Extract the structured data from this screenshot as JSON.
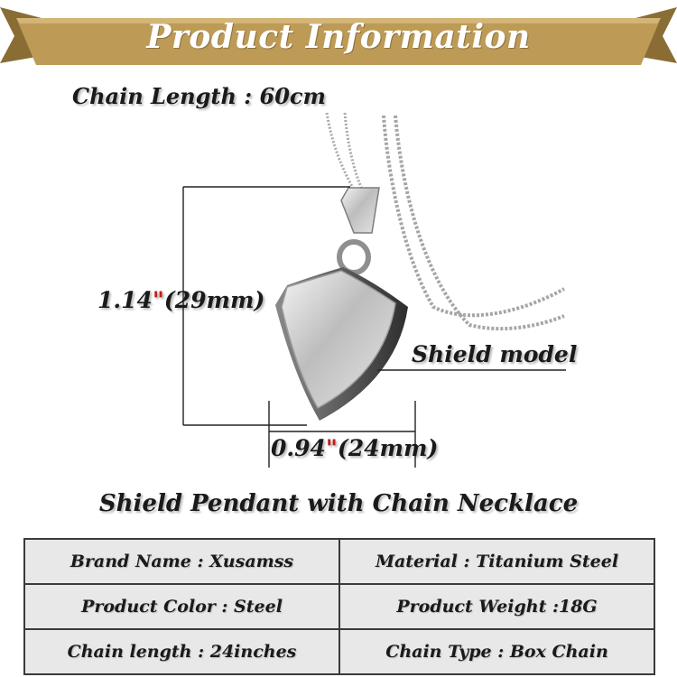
{
  "banner": {
    "title": "Product  Information",
    "color": "#bd9a55"
  },
  "chain_length": "Chain Length : 60cm",
  "labels": {
    "height_value": "1.14",
    "height_quote": "\"",
    "height_mm": "(29mm)",
    "width_value": "0.94",
    "width_quote": "\"",
    "width_mm": "(24mm)",
    "model": "Shield model"
  },
  "subtitle": "Shield Pendant with Chain Necklace",
  "specs": {
    "rows": [
      [
        "Brand Name : Xusamss",
        "Material : Titanium Steel"
      ],
      [
        "Product Color : Steel",
        "Product Weight :18G"
      ],
      [
        "Chain length : 24inches",
        "Chain Type : Box Chain"
      ]
    ]
  }
}
